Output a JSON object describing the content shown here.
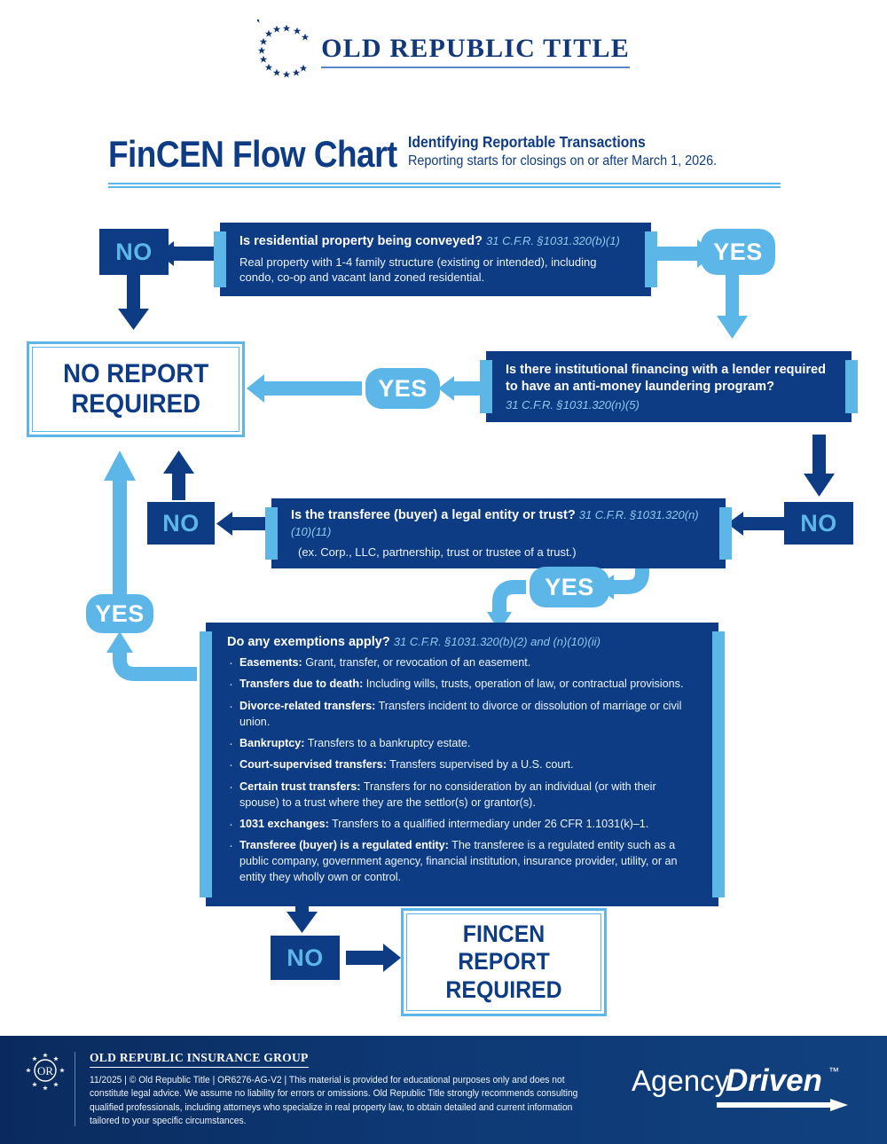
{
  "brand": {
    "logo_text": "OLD REPUBLIC TITLE",
    "stars_icon": "circle-of-stars-icon"
  },
  "header": {
    "title": "FinCEN Flow Chart",
    "subtitle": "Identifying Reportable Transactions",
    "note": "Reporting starts for closings on or after March 1, 2026."
  },
  "colors": {
    "navy": "#0d3c84",
    "light_blue": "#5cb6e8",
    "white": "#ffffff",
    "citation_blue": "#8fc9ef"
  },
  "flow": {
    "q1": {
      "question": "Is residential property being conveyed?",
      "citation": "31 C.F.R. §1031.320(b)(1)",
      "detail": "Real property with 1-4 family structure (existing or intended), including condo, co-op and vacant land zoned residential.",
      "no_label": "NO",
      "yes_label": "YES"
    },
    "q2": {
      "question": "Is there institutional financing with a lender required to have an anti-money laundering program?",
      "citation": "31 C.F.R. §1031.320(n)(5)",
      "yes_label": "YES",
      "no_label": "NO"
    },
    "q3": {
      "question": "Is the transferee (buyer) a legal entity or trust?",
      "citation": "31 C.F.R. §1031.320(n)(10)(11)",
      "detail": "(ex. Corp., LLC, partnership, trust or trustee of a trust.)",
      "no_label": "NO",
      "yes_label": "YES"
    },
    "q4": {
      "question": "Do any exemptions apply?",
      "citation": "31 C.F.R. §1031.320(b)(2) and (n)(10)(ii)",
      "yes_label": "YES",
      "no_label": "NO",
      "exemptions": [
        {
          "term": "Easements:",
          "text": " Grant, transfer, or revocation of an easement."
        },
        {
          "term": "Transfers due to death:",
          "text": " Including wills, trusts, operation of law, or contractual provisions."
        },
        {
          "term": "Divorce-related transfers:",
          "text": " Transfers incident to divorce or dissolution of marriage or civil union."
        },
        {
          "term": "Bankruptcy:",
          "text": " Transfers to a bankruptcy estate."
        },
        {
          "term": "Court-supervised transfers:",
          "text": " Transfers supervised by a U.S. court."
        },
        {
          "term": "Certain trust transfers:",
          "text": " Transfers for no consideration by an individual (or with their spouse) to a trust where they are the settlor(s) or grantor(s)."
        },
        {
          "term": "1031 exchanges:",
          "text": " Transfers to a qualified intermediary under 26 CFR 1.1031(k)–1."
        },
        {
          "term": "Transferee (buyer) is a regulated entity:",
          "text": " The transferee is a regulated entity such as a public company, government agency, financial institution, insurance provider, utility, or an entity they wholly own or control."
        }
      ]
    },
    "outcome_no_report": "NO REPORT\nREQUIRED",
    "outcome_no_report_line1": "NO REPORT",
    "outcome_no_report_line2": "REQUIRED",
    "outcome_report_line1": "FINCEN REPORT",
    "outcome_report_line2": "REQUIRED"
  },
  "footer": {
    "seal_icon": "old-republic-seal-icon",
    "group_name": "OLD REPUBLIC INSURANCE GROUP",
    "disclaimer": "11/2025 | © Old Republic Title | OR6276-AG-V2 | This material is provided for educational purposes only and does not constitute legal advice. We assume no liability for errors or omissions. Old Republic Title strongly recommends consulting qualified professionals, including attorneys who specialize in real property law, to obtain detailed and current information tailored to your specific circumstances.",
    "agency_driven": {
      "part1": "Agency",
      "part2": "Driven",
      "trademark": "™"
    }
  }
}
